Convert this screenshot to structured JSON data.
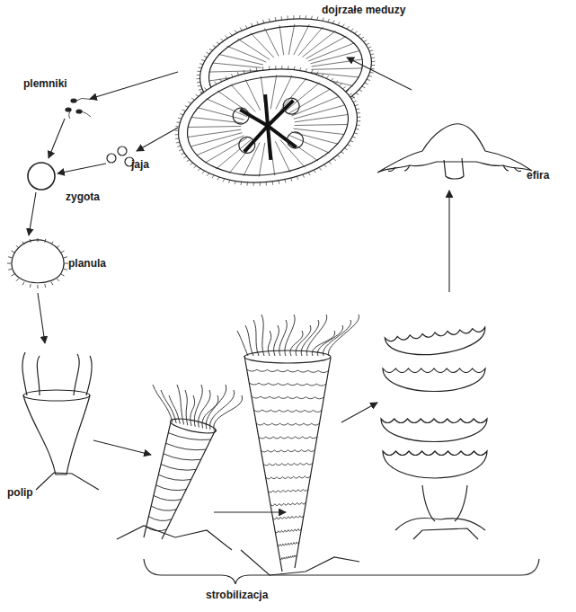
{
  "diagram": {
    "labels": [
      "dojrzałe meduzy",
      "plemniki",
      "jaja",
      "zygota",
      "planula",
      "polip",
      "efira",
      "strobilizacja"
    ]
  }
}
